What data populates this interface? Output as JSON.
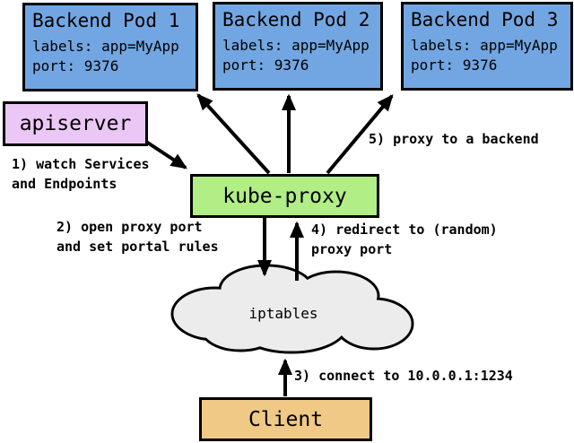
{
  "nodes": {
    "pod1": {
      "title": "Backend Pod 1",
      "labels": "labels: app=MyApp",
      "port": "port: 9376"
    },
    "pod2": {
      "title": "Backend Pod 2",
      "labels": "labels: app=MyApp",
      "port": "port: 9376"
    },
    "pod3": {
      "title": "Backend Pod 3",
      "labels": "labels: app=MyApp",
      "port": "port: 9376"
    },
    "apiserver": {
      "label": "apiserver"
    },
    "kube_proxy": {
      "label": "kube-proxy"
    },
    "iptables": {
      "label": "iptables"
    },
    "client": {
      "label": "Client"
    }
  },
  "annotations": {
    "step1": "1) watch Services\nand Endpoints",
    "step2": "2) open proxy port\nand set portal rules",
    "step3": "3) connect to 10.0.0.1:1234",
    "step4": "4) redirect to (random)\nproxy port",
    "step5": "5) proxy to a backend"
  },
  "colors": {
    "pod_fill": "#72a6e2",
    "apiserver_fill": "#ebc7f6",
    "kube_proxy_fill": "#b1ee86",
    "client_fill": "#efc985",
    "cloud_fill": "#ececec",
    "border": "#000000"
  }
}
